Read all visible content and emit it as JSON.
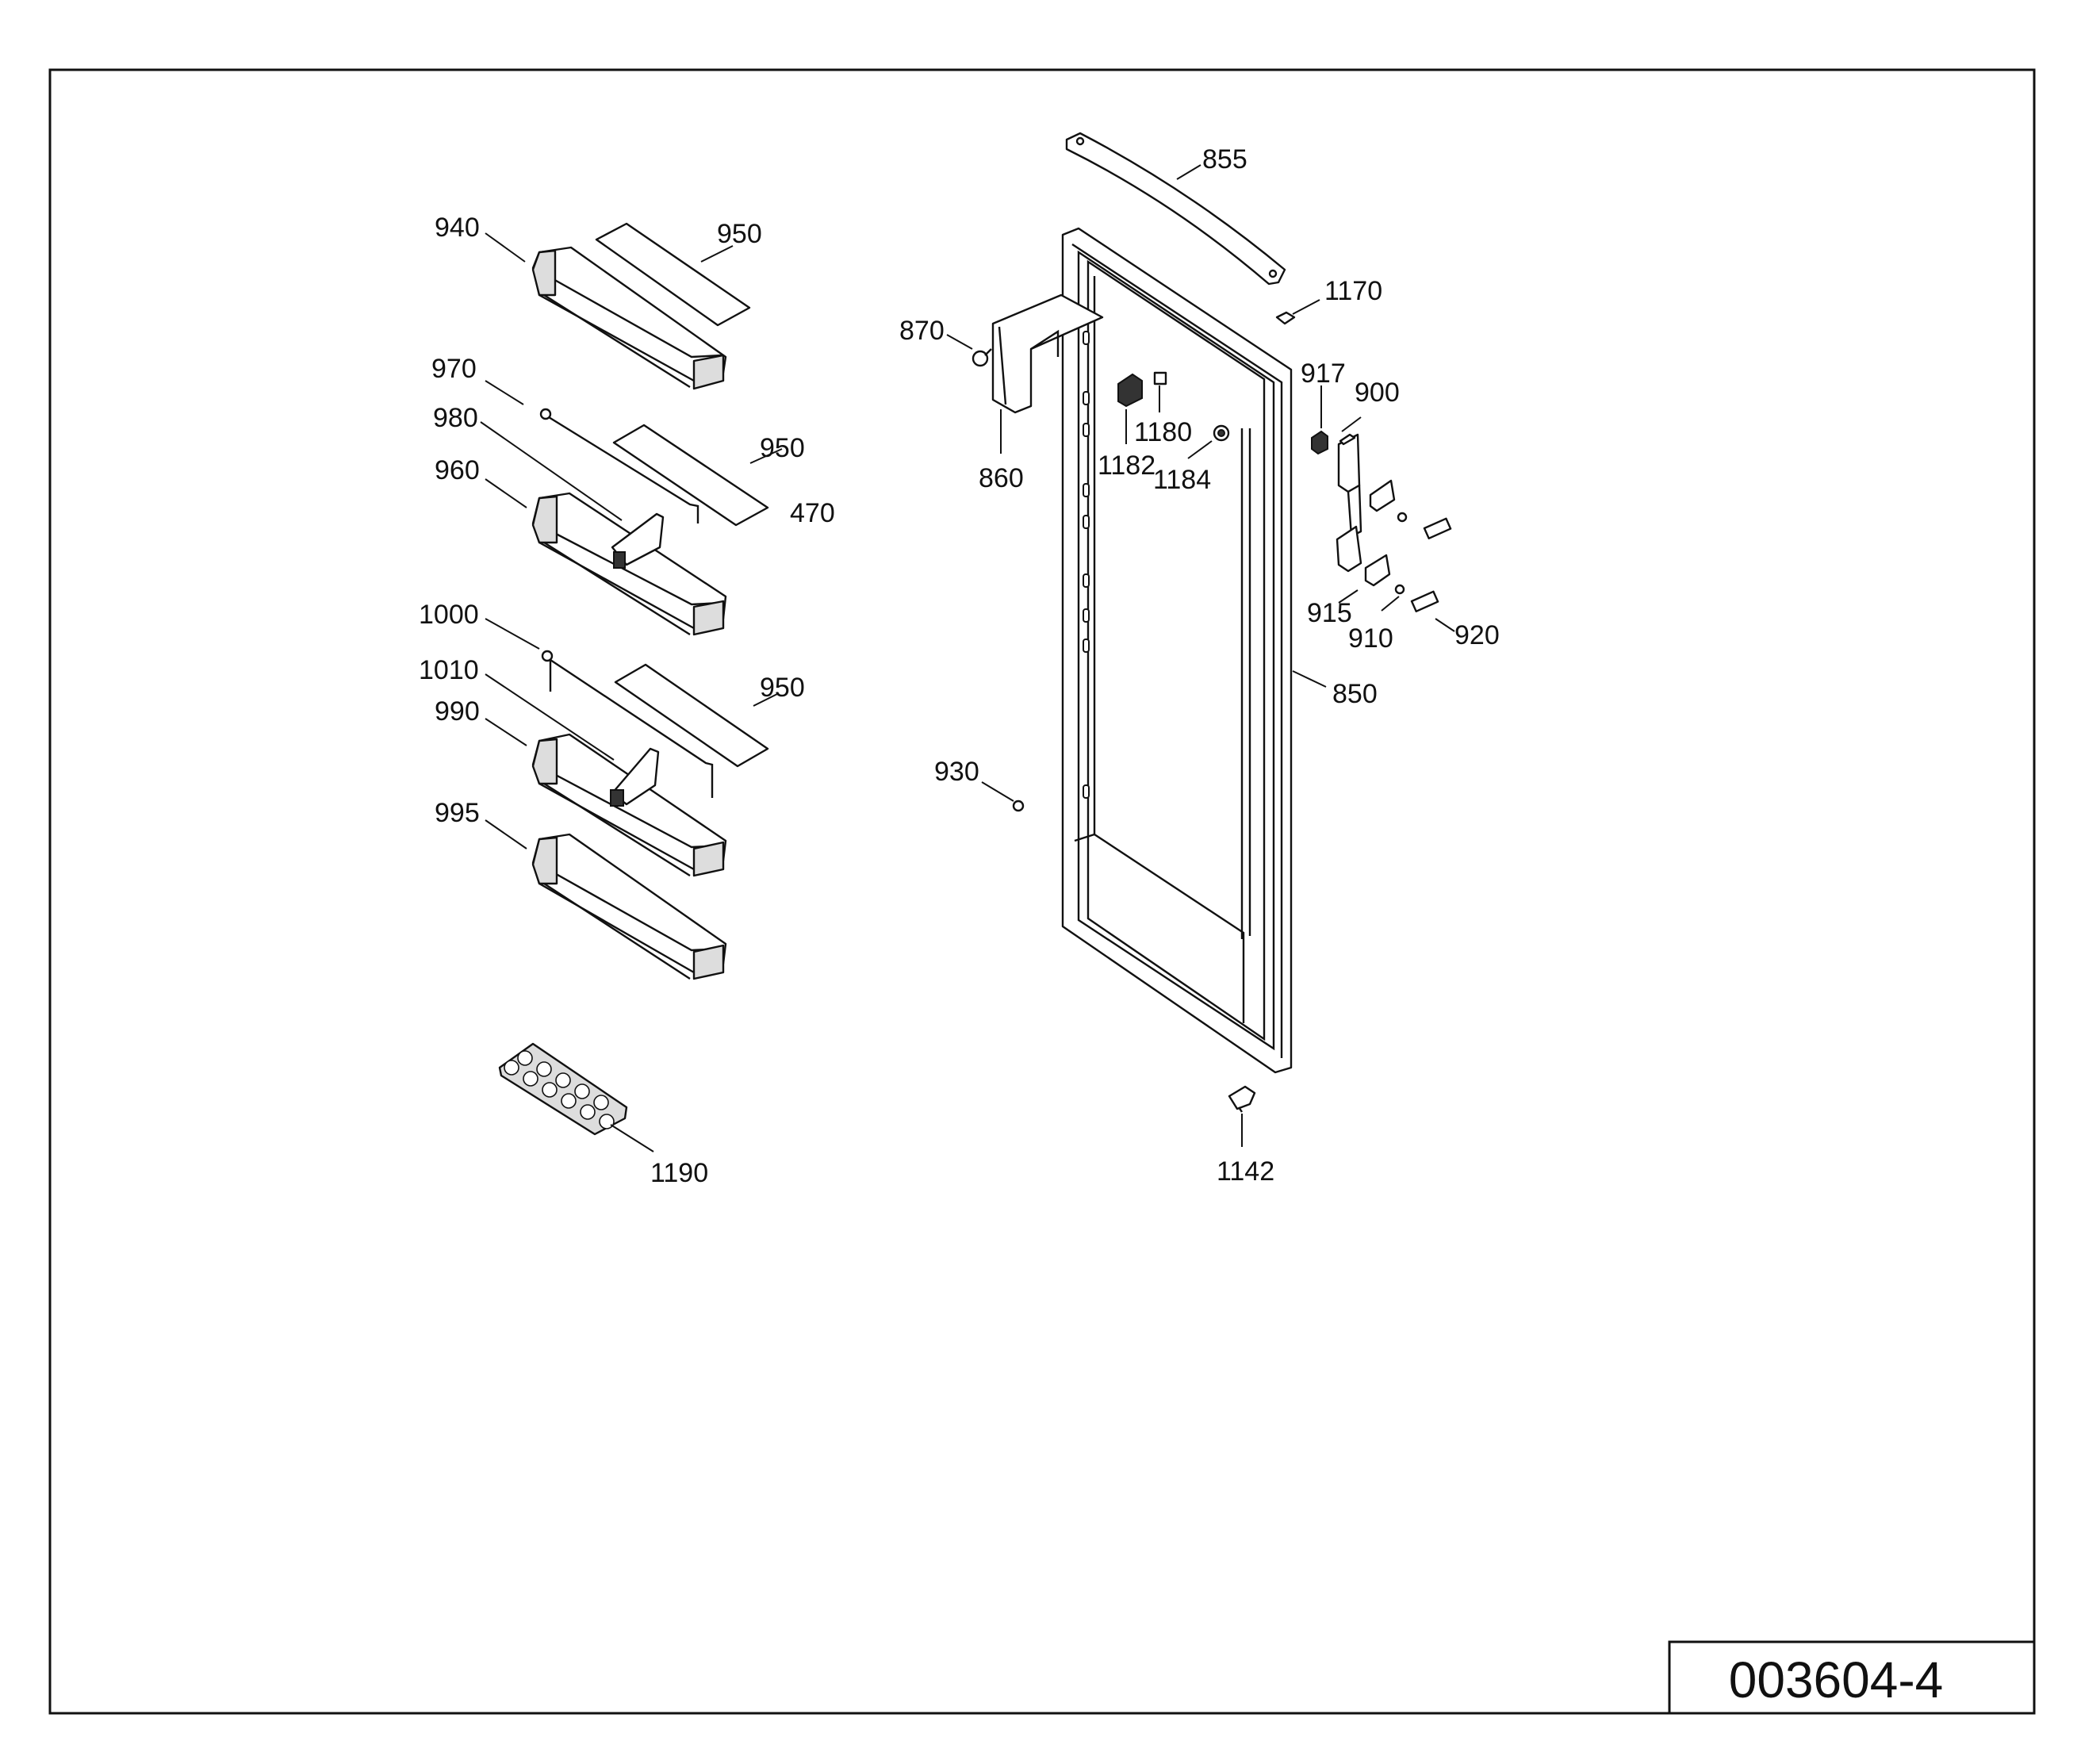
{
  "drawing_number": "003604-4",
  "labels": {
    "l940": "940",
    "l950a": "950",
    "l970": "970",
    "l980": "980",
    "l960": "960",
    "l950b": "950",
    "l470": "470",
    "l1000": "1000",
    "l1010": "1010",
    "l990": "990",
    "l950c": "950",
    "l995": "995",
    "l1190": "1190",
    "l855": "855",
    "l1170": "1170",
    "l870": "870",
    "l860": "860",
    "l1180": "1180",
    "l1182": "1182",
    "l1184": "1184",
    "l917": "917",
    "l900": "900",
    "l915": "915",
    "l910": "910",
    "l920": "920",
    "l850": "850",
    "l930": "930",
    "l1142": "1142"
  }
}
